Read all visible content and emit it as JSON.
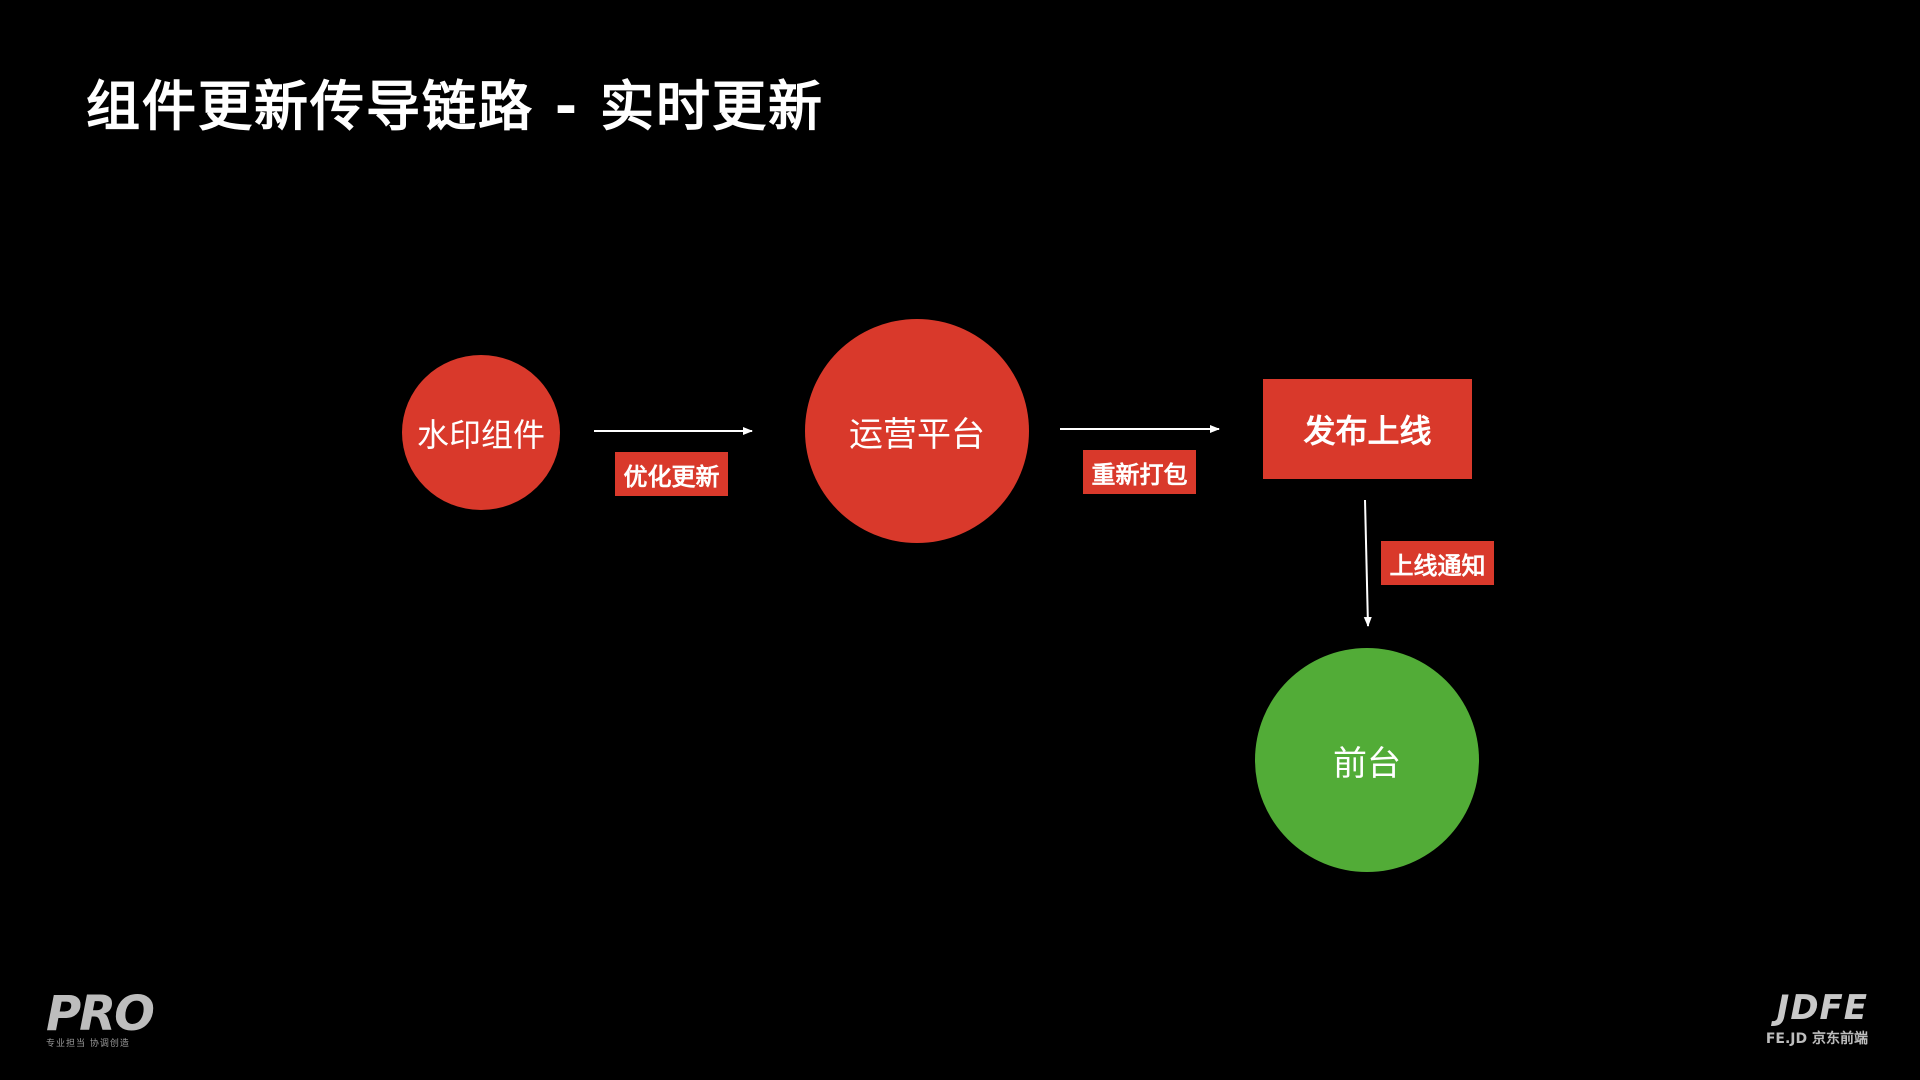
{
  "title": "组件更新传导链路 - 实时更新",
  "colors": {
    "background": "#000000",
    "node_red": "#d9392b",
    "node_green": "#52ac37",
    "arrow": "#ffffff",
    "text": "#ffffff"
  },
  "nodes": {
    "watermark": "水印组件",
    "ops_platform": "运营平台",
    "publish": "发布上线",
    "frontend": "前台"
  },
  "edges": {
    "optimize": "优化更新",
    "repack": "重新打包",
    "notify": "上线通知"
  },
  "footer": {
    "left_logo_text": "PRO",
    "left_logo_tagline": "专业担当 协调创造",
    "right_logo_text": "JDFE",
    "right_logo_caption": "FE.JD 京东前端"
  }
}
